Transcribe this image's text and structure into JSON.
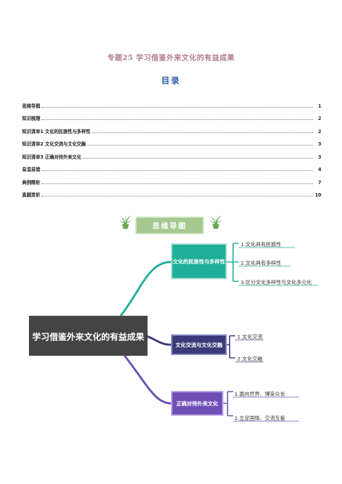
{
  "document": {
    "title": "专题25  学习借鉴外来文化的有益成果"
  },
  "toc": {
    "heading": "目录",
    "entries": [
      {
        "label": "思维导图",
        "page": "1"
      },
      {
        "label": "知识梳理",
        "page": "2"
      },
      {
        "label": "知识清单1 文化的民族性与多样性",
        "page": "2"
      },
      {
        "label": "知识清单2 文化交流与文化交融",
        "page": "3"
      },
      {
        "label": "知识清单3 正确对待外来文化",
        "page": "3"
      },
      {
        "label": "易混易错",
        "page": "4"
      },
      {
        "label": "典例精析",
        "page": "7"
      },
      {
        "label": "真题赏析",
        "page": "10"
      }
    ]
  },
  "mindmap_banner": {
    "label": "思维导图"
  },
  "mindmap": {
    "root": "学习借鉴外来文化的有益成果",
    "branches": [
      {
        "label": "文化的民族性与多样性",
        "color": "#1fae98",
        "leaves": [
          "1.文化具有民族性",
          "2.文化具有多样性",
          "3.区分文化多样性与文化多元化"
        ]
      },
      {
        "label": "文化交流与文化交融",
        "color": "#3a3a78",
        "leaves": [
          "1.文化交流",
          "2.文化交融"
        ]
      },
      {
        "label": "正确对待外来文化",
        "color": "#6e4fb6",
        "leaves": [
          "1.面向世界、博采众长",
          "2.立足国情、交流互鉴"
        ]
      }
    ],
    "root_color": "#444444"
  }
}
